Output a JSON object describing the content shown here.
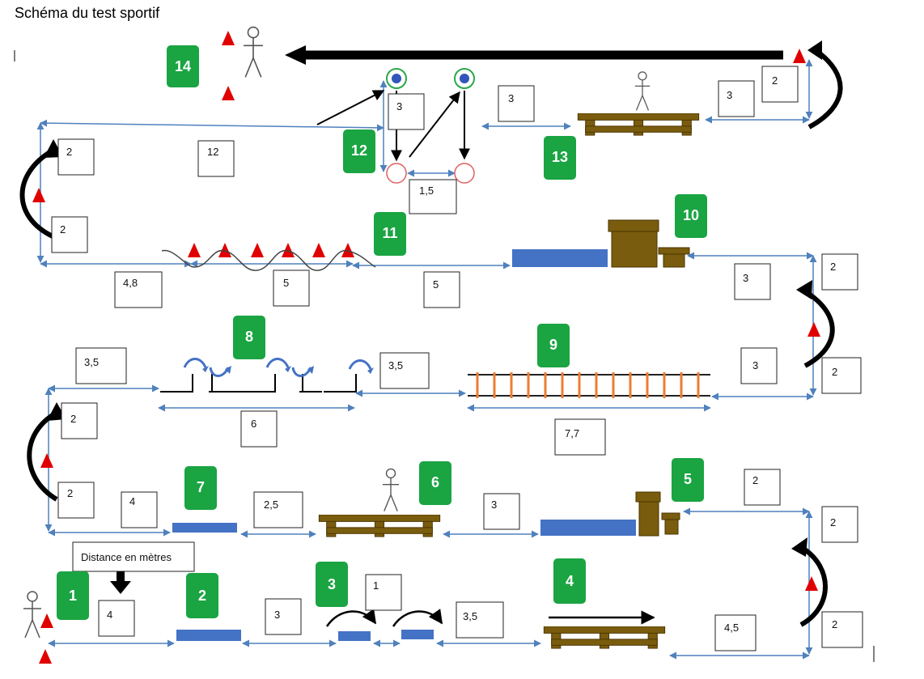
{
  "title": "Schéma du test sportif",
  "legend_note": "Distance en mètres",
  "stations": [
    "14",
    "12",
    "13",
    "10",
    "11",
    "8",
    "9",
    "7",
    "6",
    "5",
    "1",
    "2",
    "3",
    "4"
  ],
  "distances": {
    "r1_start": "4",
    "r1_a": "3",
    "r1_b": "1",
    "r1_c": "3,5",
    "r1_d": "4,5",
    "r1_turn_low": "2",
    "r1_turn_high": "2",
    "r2_a": "4",
    "r2_b": "2,5",
    "r2_c": "3",
    "r2_d": "2",
    "r2_turn_low": "2",
    "r2_turn_high": "2",
    "r3_a": "3,5",
    "r3_b": "6",
    "r3_c": "3,5",
    "r3_d": "7,7",
    "r3_e": "3",
    "r3_turn_low": "2",
    "r3_turn_high": "2",
    "r4_a": "4,8",
    "r4_b": "5",
    "r4_c": "5",
    "r4_d": "3",
    "r4_turn_low": "2",
    "r4_turn_high": "2",
    "r5_a": "12",
    "r5_b": "3",
    "r5_c": "1,5",
    "r5_d": "3",
    "r5_e": "3",
    "r5_f": "2"
  },
  "colors": {
    "green": "#1aa442",
    "blue": "#4472c4",
    "brown": "#7a5c0e",
    "red": "#e00000",
    "orange": "#ed7d31",
    "arrow": "#4f81bd"
  }
}
